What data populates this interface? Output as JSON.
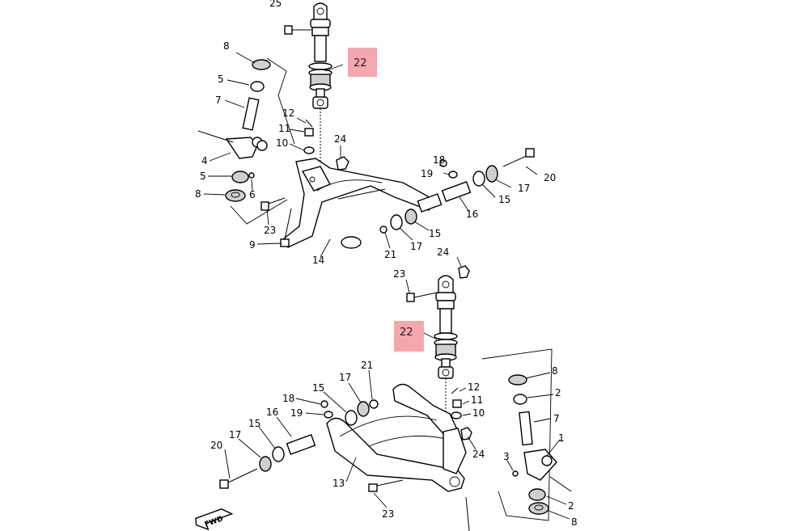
{
  "diagram": {
    "highlight_color": "#f4a7ad",
    "upper_assembly": {
      "labels": [
        "25",
        "22",
        "8",
        "5",
        "7",
        "12",
        "11",
        "10",
        "24",
        "4",
        "5",
        "6",
        "8",
        "18",
        "19",
        "20",
        "17",
        "15",
        "16",
        "23",
        "9",
        "14",
        "21",
        "17",
        "15"
      ]
    },
    "lower_assembly": {
      "labels": [
        "24",
        "23",
        "22",
        "21",
        "17",
        "15",
        "18",
        "19",
        "16",
        "15",
        "17",
        "20",
        "13",
        "23",
        "12",
        "11",
        "10",
        "24",
        "8",
        "2",
        "7",
        "1",
        "3",
        "2",
        "8"
      ]
    },
    "fwd_badge": "FWD"
  }
}
